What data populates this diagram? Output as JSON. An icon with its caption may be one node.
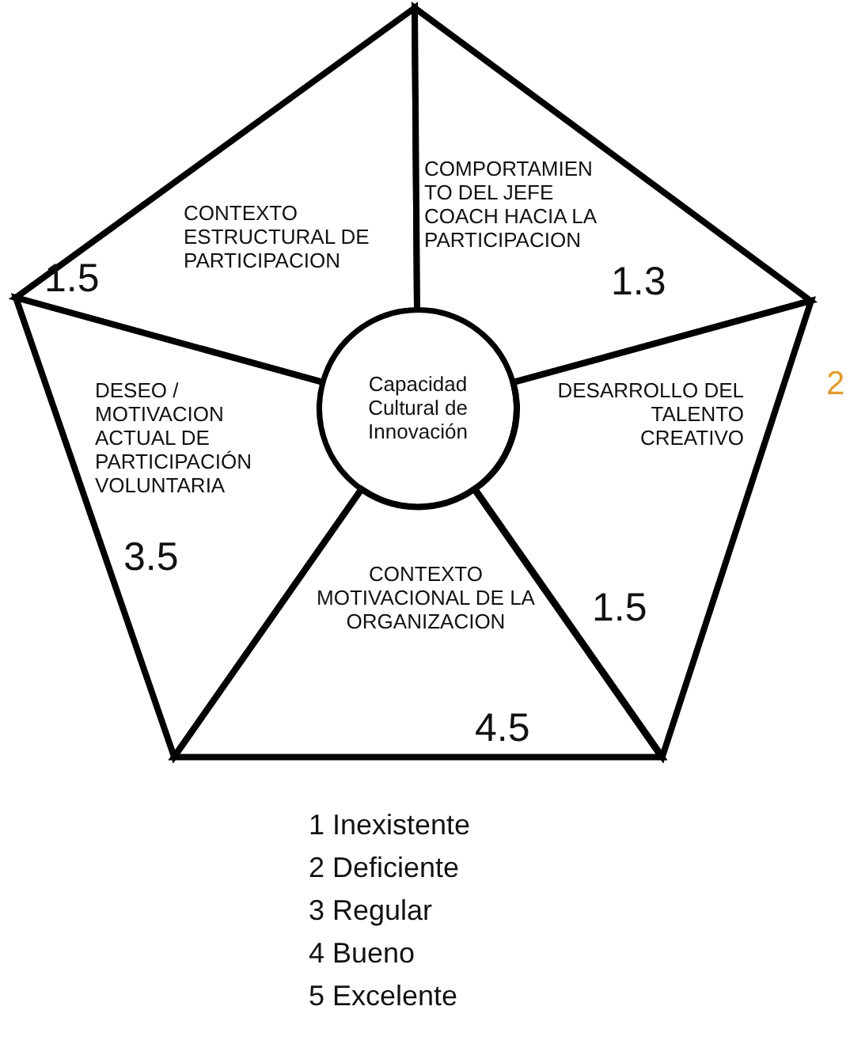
{
  "diagram": {
    "nodes": [
      {
        "text": [
          "CONTEXTO ESTRUCTURAL DE PARTICIPACION",
          "1.5"
        ]
      },
      {
        "text": [
          "COMPORTAMIEN TO DEL JEFE COACH HACIA LA PARTICIPACION",
          "1.3"
        ]
      },
      {
        "text": [
          "DESEO / MOTIVACION ACTUAL DE PARTICIPACIÓN VOLUNTARIA",
          "3.5"
        ]
      },
      {
        "text": [
          "Capacidad Cultural de Innovación"
        ]
      },
      {
        "text": [
          "DESARROLLO DEL TALENTO CREATIVO",
          "1.5"
        ]
      },
      {
        "text": [
          "CONTEXTO MOTIVACIONAL DE LA ORGANIZACION",
          "4.5"
        ]
      }
    ],
    "labels": [
      "2",
      "1 Inexistente",
      "2 Deficiente",
      "3 Regular",
      "4 Bueno",
      "5 Excelente"
    ]
  }
}
